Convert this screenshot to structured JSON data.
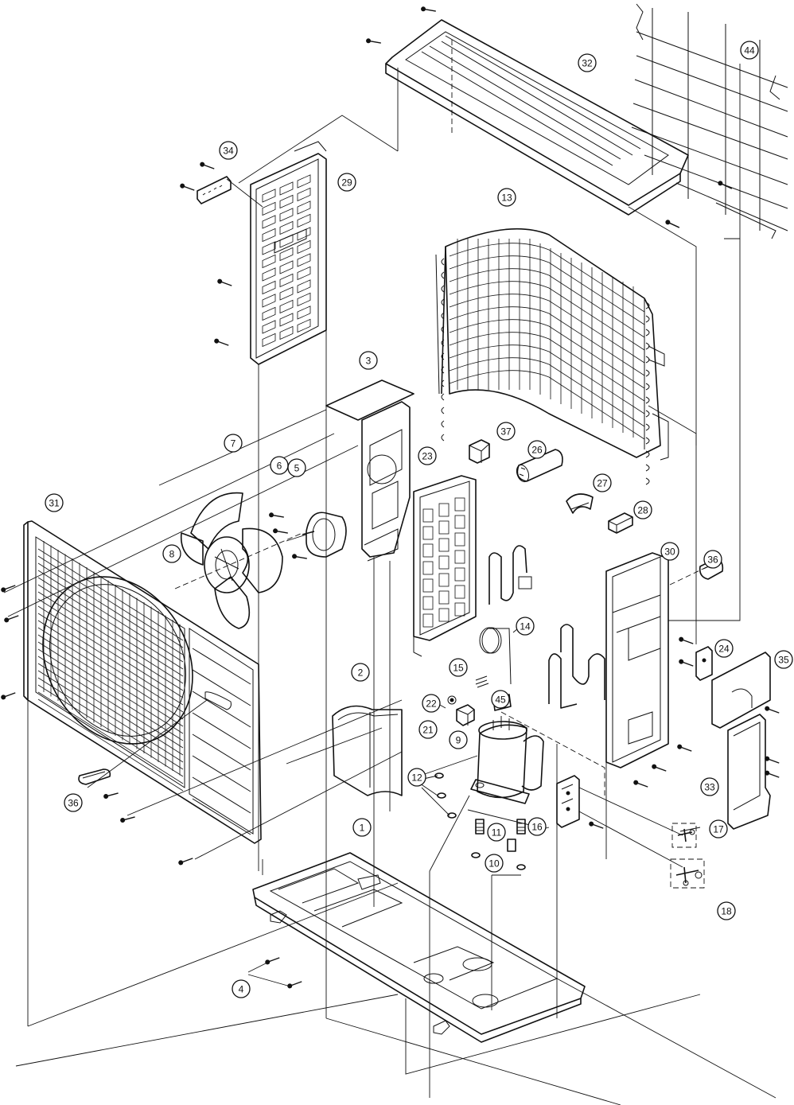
{
  "callouts": [
    {
      "label": "1"
    },
    {
      "label": "2"
    },
    {
      "label": "3"
    },
    {
      "label": "4"
    },
    {
      "label": "5"
    },
    {
      "label": "6"
    },
    {
      "label": "7"
    },
    {
      "label": "8"
    },
    {
      "label": "9"
    },
    {
      "label": "10"
    },
    {
      "label": "11"
    },
    {
      "label": "12"
    },
    {
      "label": "13"
    },
    {
      "label": "14"
    },
    {
      "label": "15"
    },
    {
      "label": "16"
    },
    {
      "label": "17"
    },
    {
      "label": "18"
    },
    {
      "label": "21"
    },
    {
      "label": "22"
    },
    {
      "label": "23"
    },
    {
      "label": "24"
    },
    {
      "label": "26"
    },
    {
      "label": "27"
    },
    {
      "label": "28"
    },
    {
      "label": "29"
    },
    {
      "label": "30"
    },
    {
      "label": "31"
    },
    {
      "label": "32"
    },
    {
      "label": "33"
    },
    {
      "label": "34"
    },
    {
      "label": "35"
    },
    {
      "label": "36"
    },
    {
      "label": "36"
    },
    {
      "label": "37"
    },
    {
      "label": "44"
    },
    {
      "label": "45"
    }
  ]
}
